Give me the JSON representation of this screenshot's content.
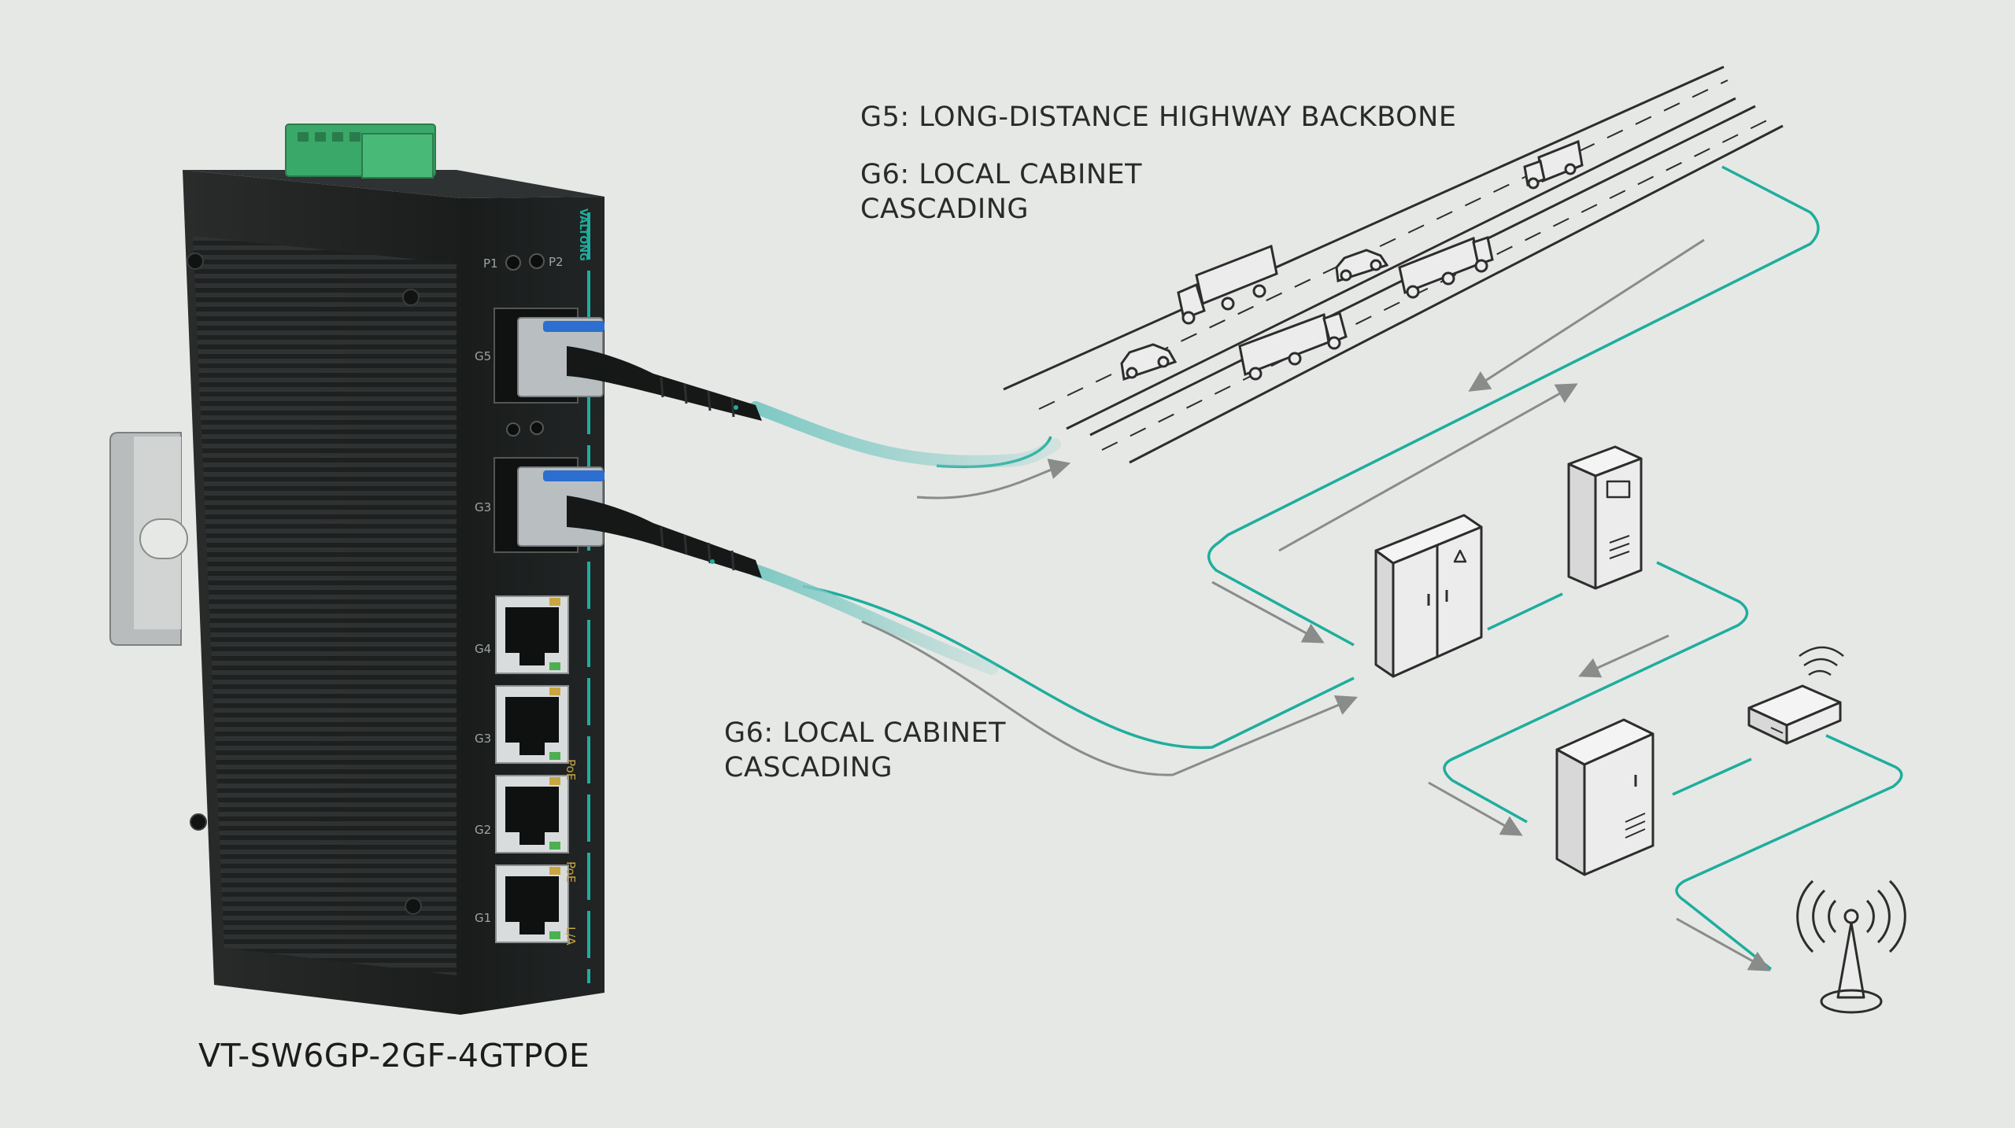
{
  "labels": {
    "g5_backbone": "G5: LONG-DISTANCE HIGHWAY BACKBONE",
    "g6_cabinet_top_line1": "G6: LOCAL CABINET",
    "g6_cabinet_top_line2": "CASCADING",
    "g6_cabinet_mid_line1": "G6: LOCAL CABINET",
    "g6_cabinet_mid_line2": "CASCADING"
  },
  "device": {
    "model": "VT-SW6GP-2GF-4GTPOE",
    "brand": "VALTONG",
    "power_labels": [
      "P1",
      "P2"
    ],
    "sfp_ports": [
      "G5",
      "G3"
    ],
    "rj45_ports": [
      "G4",
      "G3",
      "G2",
      "G1"
    ],
    "side_labels": [
      "PoE",
      "PoE",
      "L/A"
    ]
  },
  "colors": {
    "background": "#e6e8e6",
    "teal": "#1fae9e",
    "fiber": "#7ec9c4",
    "line": "#2b2b2b",
    "terminal_block": "#3aa868"
  }
}
